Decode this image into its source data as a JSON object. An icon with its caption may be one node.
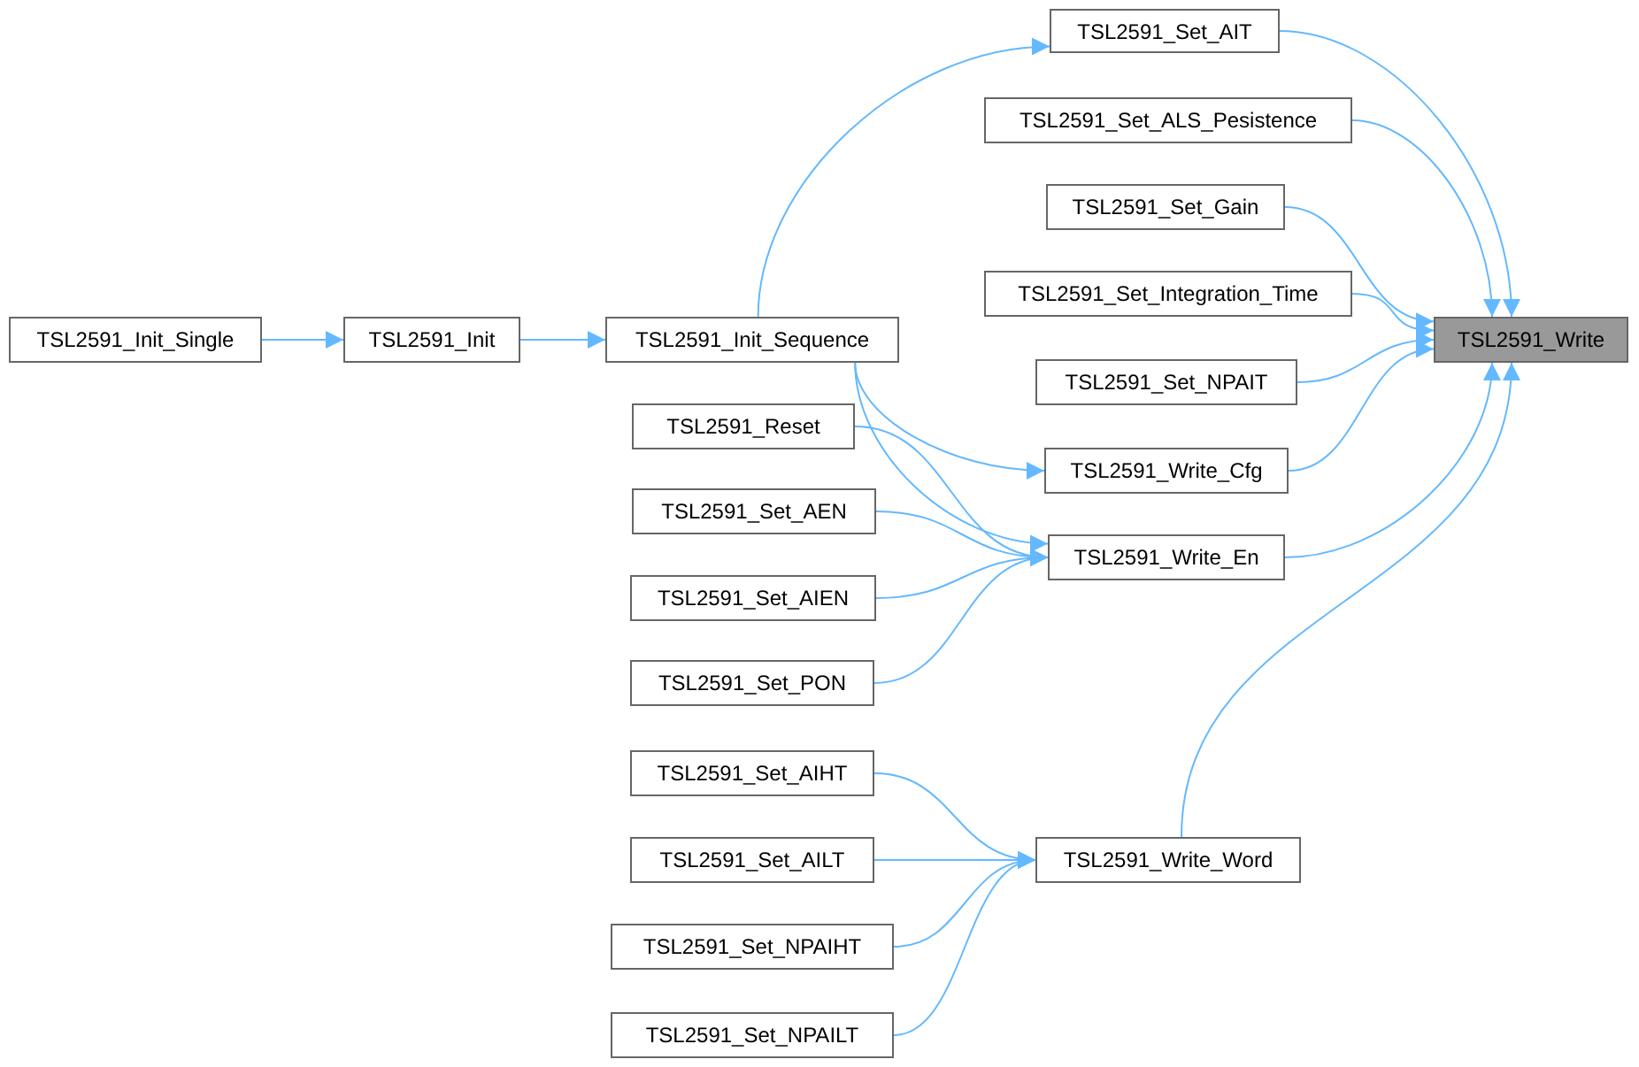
{
  "diagram": {
    "nodes": [
      {
        "text": [
          "TSL2591_Set_AIT"
        ]
      },
      {
        "text": [
          "TSL2591_Set_ALS_Pesistence"
        ]
      },
      {
        "text": [
          "TSL2591_Set_Gain"
        ]
      },
      {
        "text": [
          "TSL2591_Set_Integration_Time"
        ]
      },
      {
        "text": [
          "TSL2591_Init_Single"
        ]
      },
      {
        "text": [
          "TSL2591_Init"
        ]
      },
      {
        "text": [
          "TSL2591_Init_Sequence"
        ]
      },
      {
        "text": [
          "TSL2591_Write"
        ]
      },
      {
        "text": [
          "TSL2591_Set_NPAIT"
        ]
      },
      {
        "text": [
          "TSL2591_Write_Cfg"
        ]
      },
      {
        "text": [
          "TSL2591_Reset"
        ]
      },
      {
        "text": [
          "TSL2591_Set_AEN"
        ]
      },
      {
        "text": [
          "TSL2591_Write_En"
        ]
      },
      {
        "text": [
          "TSL2591_Set_AIEN"
        ]
      },
      {
        "text": [
          "TSL2591_Set_PON"
        ]
      },
      {
        "text": [
          "TSL2591_Set_AIHT"
        ]
      },
      {
        "text": [
          "TSL2591_Set_AILT"
        ]
      },
      {
        "text": [
          "TSL2591_Write_Word"
        ]
      },
      {
        "text": [
          "TSL2591_Set_NPAIHT"
        ]
      },
      {
        "text": [
          "TSL2591_Set_NPAILT"
        ]
      }
    ],
    "edges": [
      {
        "from": 0,
        "to": 7,
        "arrow": "to"
      },
      {
        "from": 1,
        "to": 7,
        "arrow": "to"
      },
      {
        "from": 2,
        "to": 7,
        "arrow": "to"
      },
      {
        "from": 3,
        "to": 7,
        "arrow": "to"
      },
      {
        "from": 8,
        "to": 7,
        "arrow": "to"
      },
      {
        "from": 9,
        "to": 7,
        "arrow": "to"
      },
      {
        "from": 12,
        "to": 7,
        "arrow": "to"
      },
      {
        "from": 17,
        "to": 7,
        "arrow": "to"
      },
      {
        "from": 4,
        "to": 5,
        "arrow": "to"
      },
      {
        "from": 5,
        "to": 6,
        "arrow": "to"
      },
      {
        "from": 6,
        "to": 0,
        "arrow": "to"
      },
      {
        "from": 6,
        "to": 9,
        "arrow": "to"
      },
      {
        "from": 6,
        "to": 12,
        "arrow": "to"
      },
      {
        "from": 10,
        "to": 12,
        "arrow": "to"
      },
      {
        "from": 11,
        "to": 12,
        "arrow": "to"
      },
      {
        "from": 13,
        "to": 12,
        "arrow": "to"
      },
      {
        "from": 14,
        "to": 12,
        "arrow": "to"
      },
      {
        "from": 15,
        "to": 17,
        "arrow": "to"
      },
      {
        "from": 16,
        "to": 17,
        "arrow": "to"
      },
      {
        "from": 18,
        "to": 17,
        "arrow": "to"
      },
      {
        "from": 19,
        "to": 17,
        "arrow": "to"
      }
    ]
  }
}
